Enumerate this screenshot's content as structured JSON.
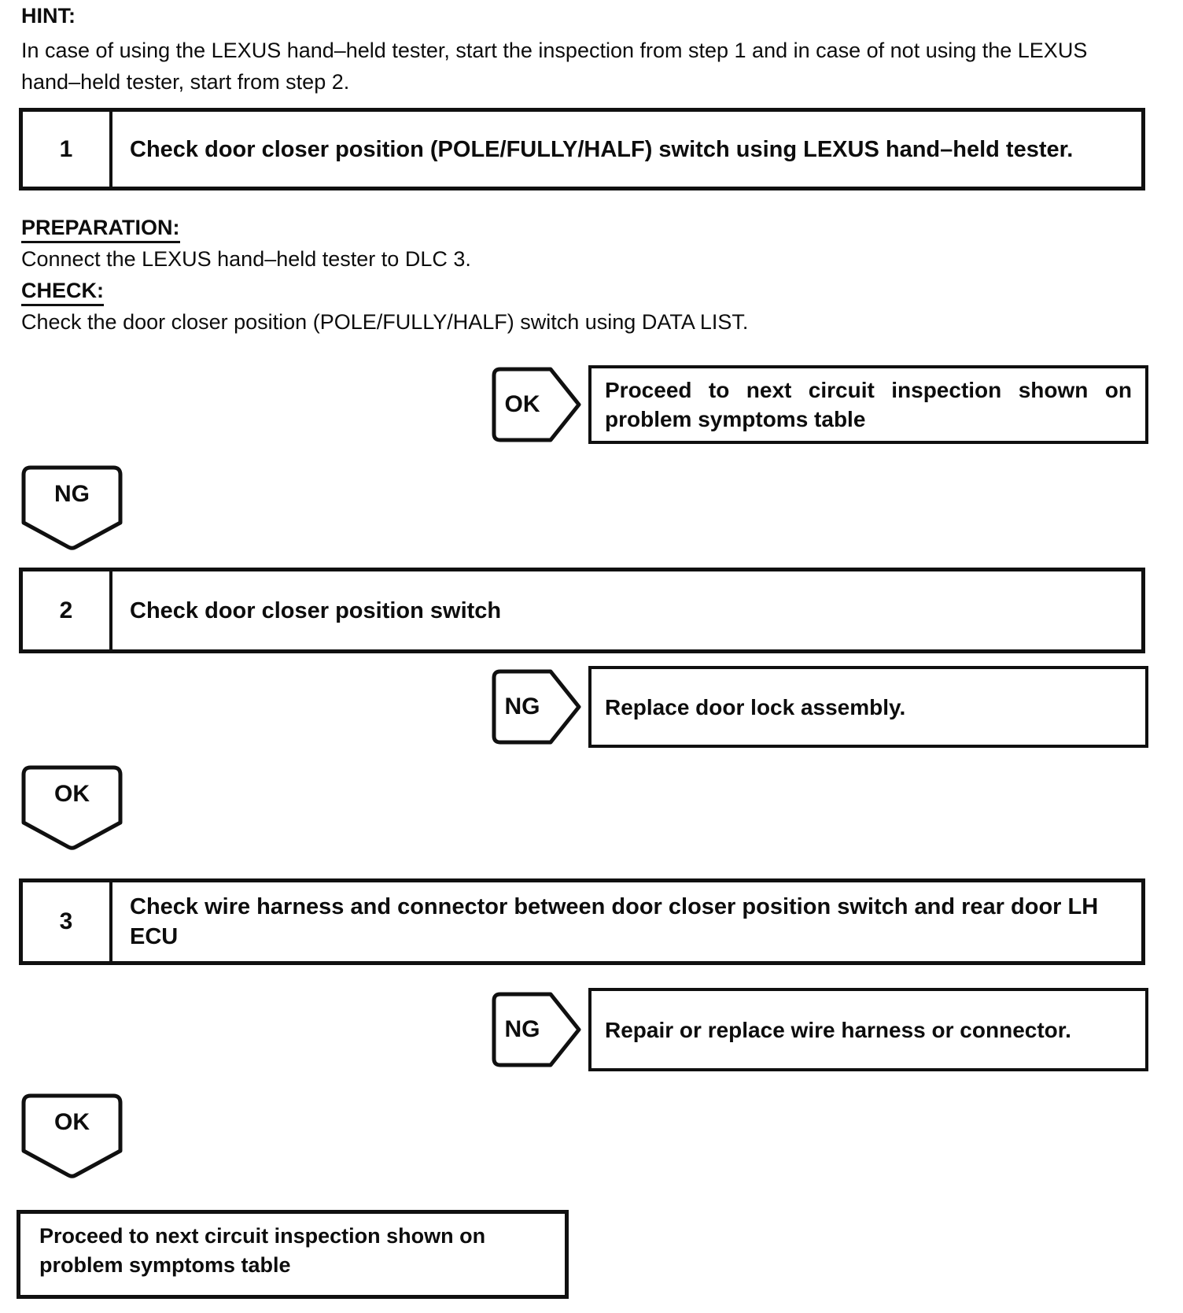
{
  "document": {
    "hint_label": "HINT:",
    "hint_text": "In case of using the LEXUS hand–held tester, start the inspection from step 1 and in case of not using the LEXUS hand–held tester, start from step 2.",
    "preparation_label": "PREPARATION:",
    "preparation_text": "Connect the LEXUS hand–held tester to DLC 3.",
    "check_label": "CHECK:",
    "check_text": "Check the door closer position (POLE/FULLY/HALF) switch using DATA LIST.",
    "steps": [
      {
        "number": "1",
        "title": "Check door closer position (POLE/FULLY/HALF) switch using LEXUS hand–held tester."
      },
      {
        "number": "2",
        "title": "Check door closer position switch"
      },
      {
        "number": "3",
        "title": "Check wire harness and connector between door closer position switch and rear door LH ECU"
      }
    ],
    "branches": [
      {
        "label": "OK",
        "result": "Proceed to next circuit inspection shown on problem symptoms table"
      },
      {
        "label": "NG",
        "result": "Replace door lock assembly."
      },
      {
        "label": "NG",
        "result": "Repair or replace wire harness or connector."
      }
    ],
    "connectors": [
      {
        "label": "NG"
      },
      {
        "label": "OK"
      },
      {
        "label": "OK"
      }
    ],
    "final_result": "Proceed to next circuit inspection shown on problem symptoms table",
    "colors": {
      "ink": "#101010",
      "paper": "#ffffff"
    }
  }
}
